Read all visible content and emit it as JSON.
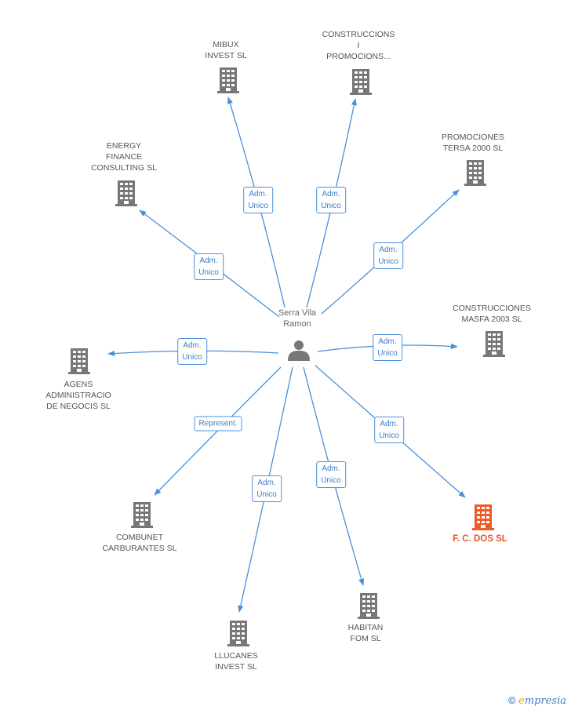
{
  "person": {
    "name": "Serra Vila\nRamon"
  },
  "companies": [
    {
      "id": "mibux",
      "name": "MIBUX\nINVEST SL",
      "relation": "Adm.\nUnico",
      "highlight": false
    },
    {
      "id": "construccions",
      "name": "CONSTRUCCIONS\nI\nPROMOCIONS...",
      "relation": "Adm.\nUnico",
      "highlight": false
    },
    {
      "id": "promociones",
      "name": "PROMOCIONES\nTERSA 2000 SL",
      "relation": "Adm.\nUnico",
      "highlight": false
    },
    {
      "id": "energy",
      "name": "ENERGY\nFINANCE\nCONSULTING  SL",
      "relation": "Adm.\nUnico",
      "highlight": false
    },
    {
      "id": "construcciones",
      "name": "CONSTRUCCIONES\nMASFA 2003 SL",
      "relation": "Adm.\nUnico",
      "highlight": false
    },
    {
      "id": "agens",
      "name": "AGENS\nADMINISTRACIO\nDE NEGOCIS SL",
      "relation": "Adm.\nUnico",
      "highlight": false
    },
    {
      "id": "fcdos",
      "name": "F. C. DOS SL",
      "relation": "Adm.\nUnico",
      "highlight": true
    },
    {
      "id": "combunet",
      "name": "COMBUNET\nCARBURANTES SL",
      "relation": "Represent.",
      "highlight": false
    },
    {
      "id": "llucanes",
      "name": "LLUCANES\nINVEST  SL",
      "relation": "Adm.\nUnico",
      "highlight": false
    },
    {
      "id": "habitan",
      "name": "HABITAN\nFOM SL",
      "relation": "Adm.\nUnico",
      "highlight": false
    }
  ],
  "colors": {
    "edge": "#4a90d9",
    "building": "#777777",
    "highlight": "#f05a28",
    "person": "#777777"
  },
  "footer": {
    "copyright": "©",
    "brand_e": "e",
    "brand_rest": "mpresia"
  }
}
